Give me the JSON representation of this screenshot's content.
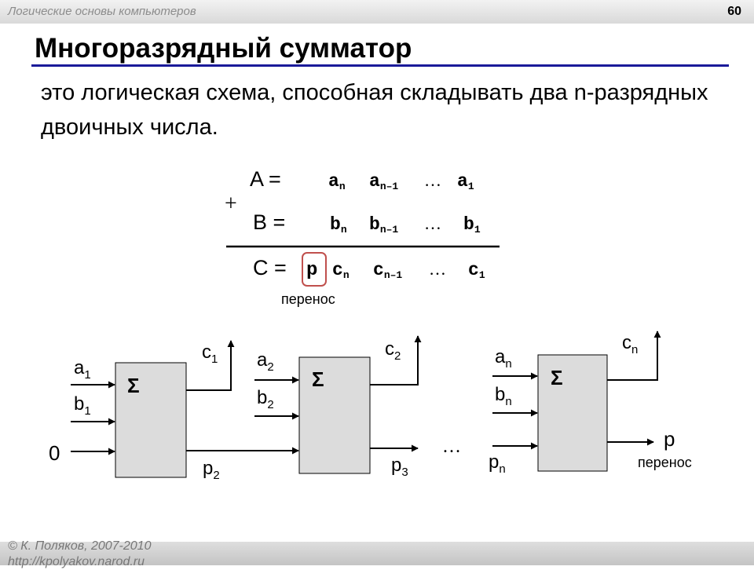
{
  "header": {
    "course": "Логические основы компьютеров",
    "page_number": "60"
  },
  "slide": {
    "title": "Многоразрядный сумматор",
    "definition": "это логическая схема, способная складывать два n-разрядных двоичных числа."
  },
  "formula": {
    "plus": "+",
    "a_label": "A =",
    "a_digits": [
      "a",
      "n",
      "a",
      "n–1",
      "…",
      "a",
      "1"
    ],
    "b_label": "B =",
    "c_label": "C =",
    "p": "p",
    "carry_label": "перенос"
  },
  "diagram": {
    "sigma": "Σ",
    "zero": "0",
    "ellipsis": "…",
    "final_p": "p",
    "final_carry_label": "перенос"
  },
  "footer": {
    "copyright": "© К. Поляков, 2007-2010",
    "url": "http://kpolyakov.narod.ru"
  }
}
